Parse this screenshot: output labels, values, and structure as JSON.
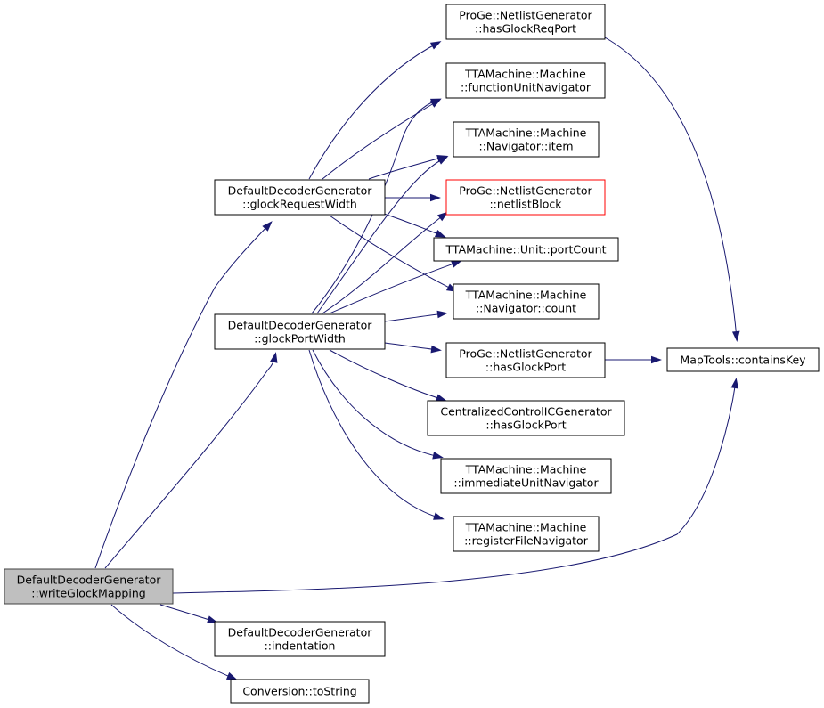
{
  "nodes": [
    {
      "id": "hasGlockReqPort",
      "lines": [
        "ProGe::NetlistGenerator",
        "::hasGlockReqPort"
      ]
    },
    {
      "id": "functionUnitNavigator",
      "lines": [
        "TTAMachine::Machine",
        "::functionUnitNavigator"
      ]
    },
    {
      "id": "navItem",
      "lines": [
        "TTAMachine::Machine",
        "::Navigator::item"
      ]
    },
    {
      "id": "glockRequestWidth",
      "lines": [
        "DefaultDecoderGenerator",
        "::glockRequestWidth"
      ]
    },
    {
      "id": "netlistBlock",
      "lines": [
        "ProGe::NetlistGenerator",
        "::netlistBlock"
      ],
      "highlight": "red"
    },
    {
      "id": "portCount",
      "lines": [
        "TTAMachine::Unit::portCount"
      ]
    },
    {
      "id": "navCount",
      "lines": [
        "TTAMachine::Machine",
        "::Navigator::count"
      ]
    },
    {
      "id": "glockPortWidth",
      "lines": [
        "DefaultDecoderGenerator",
        "::glockPortWidth"
      ]
    },
    {
      "id": "ngHasGlockPort",
      "lines": [
        "ProGe::NetlistGenerator",
        "::hasGlockPort"
      ]
    },
    {
      "id": "containsKey",
      "lines": [
        "MapTools::containsKey"
      ]
    },
    {
      "id": "cicHasGlockPort",
      "lines": [
        "CentralizedControlICGenerator",
        "::hasGlockPort"
      ]
    },
    {
      "id": "immediateUnitNavigator",
      "lines": [
        "TTAMachine::Machine",
        "::immediateUnitNavigator"
      ]
    },
    {
      "id": "registerFileNavigator",
      "lines": [
        "TTAMachine::Machine",
        "::registerFileNavigator"
      ]
    },
    {
      "id": "writeGlockMapping",
      "lines": [
        "DefaultDecoderGenerator",
        "::writeGlockMapping"
      ],
      "highlight": "root"
    },
    {
      "id": "indentation",
      "lines": [
        "DefaultDecoderGenerator",
        "::indentation"
      ]
    },
    {
      "id": "toString",
      "lines": [
        "Conversion::toString"
      ]
    }
  ],
  "edges": [
    {
      "from": "writeGlockMapping",
      "to": "glockRequestWidth"
    },
    {
      "from": "writeGlockMapping",
      "to": "glockPortWidth"
    },
    {
      "from": "writeGlockMapping",
      "to": "containsKey"
    },
    {
      "from": "writeGlockMapping",
      "to": "indentation"
    },
    {
      "from": "writeGlockMapping",
      "to": "toString"
    },
    {
      "from": "glockRequestWidth",
      "to": "hasGlockReqPort"
    },
    {
      "from": "glockRequestWidth",
      "to": "functionUnitNavigator"
    },
    {
      "from": "glockRequestWidth",
      "to": "navItem"
    },
    {
      "from": "glockRequestWidth",
      "to": "netlistBlock"
    },
    {
      "from": "glockRequestWidth",
      "to": "portCount"
    },
    {
      "from": "glockRequestWidth",
      "to": "navCount"
    },
    {
      "from": "glockPortWidth",
      "to": "functionUnitNavigator"
    },
    {
      "from": "glockPortWidth",
      "to": "navItem"
    },
    {
      "from": "glockPortWidth",
      "to": "netlistBlock"
    },
    {
      "from": "glockPortWidth",
      "to": "portCount"
    },
    {
      "from": "glockPortWidth",
      "to": "navCount"
    },
    {
      "from": "glockPortWidth",
      "to": "ngHasGlockPort"
    },
    {
      "from": "glockPortWidth",
      "to": "cicHasGlockPort"
    },
    {
      "from": "glockPortWidth",
      "to": "immediateUnitNavigator"
    },
    {
      "from": "glockPortWidth",
      "to": "registerFileNavigator"
    },
    {
      "from": "hasGlockReqPort",
      "to": "containsKey"
    },
    {
      "from": "ngHasGlockPort",
      "to": "containsKey"
    }
  ],
  "colors": {
    "edge": "#191970",
    "root_fill": "#bfbfbf",
    "highlight_border": "#ff0000"
  }
}
